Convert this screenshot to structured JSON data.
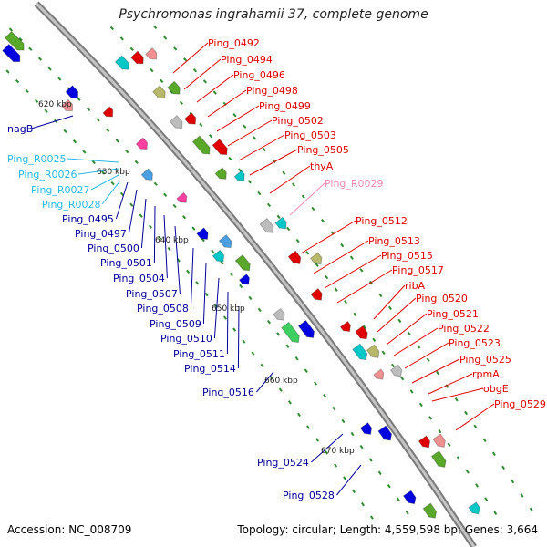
{
  "title": "Psychromonas ingrahamii 37, complete genome",
  "footer": {
    "accession": "Accession: NC_008709",
    "summary": "Topology: circular; Length: 4,559,598 bp; Genes: 3,664"
  },
  "colors": {
    "backbone": "#9a9a9a",
    "rna_label": "#29b8e6",
    "minus_label": "#000099",
    "plus_label": "#e00000",
    "pink_label": "#f28db0",
    "tick": "#2e8b2e"
  },
  "scale_labels": [
    "620 kbp",
    "630 kbp",
    "640 kbp",
    "650 kbp",
    "660 kbp",
    "670 kbp"
  ],
  "labels_left": [
    {
      "text": "nagB",
      "kind": "minus"
    },
    {
      "text": "Ping_R0025",
      "kind": "rna"
    },
    {
      "text": "Ping_R0026",
      "kind": "rna"
    },
    {
      "text": "Ping_R0027",
      "kind": "rna"
    },
    {
      "text": "Ping_R0028",
      "kind": "rna"
    },
    {
      "text": "Ping_0495",
      "kind": "minus"
    },
    {
      "text": "Ping_0497",
      "kind": "minus"
    },
    {
      "text": "Ping_0500",
      "kind": "minus"
    },
    {
      "text": "Ping_0501",
      "kind": "minus"
    },
    {
      "text": "Ping_0504",
      "kind": "minus"
    },
    {
      "text": "Ping_0507",
      "kind": "minus"
    },
    {
      "text": "Ping_0508",
      "kind": "minus"
    },
    {
      "text": "Ping_0509",
      "kind": "minus"
    },
    {
      "text": "Ping_0510",
      "kind": "minus"
    },
    {
      "text": "Ping_0511",
      "kind": "minus"
    },
    {
      "text": "Ping_0514",
      "kind": "minus"
    },
    {
      "text": "Ping_0516",
      "kind": "minus"
    },
    {
      "text": "Ping_0524",
      "kind": "minus"
    },
    {
      "text": "Ping_0528",
      "kind": "minus"
    }
  ],
  "labels_right": [
    {
      "text": "Ping_0492",
      "kind": "plus"
    },
    {
      "text": "Ping_0494",
      "kind": "plus"
    },
    {
      "text": "Ping_0496",
      "kind": "plus"
    },
    {
      "text": "Ping_0498",
      "kind": "plus"
    },
    {
      "text": "Ping_0499",
      "kind": "plus"
    },
    {
      "text": "Ping_0502",
      "kind": "plus"
    },
    {
      "text": "Ping_0503",
      "kind": "plus"
    },
    {
      "text": "Ping_0505",
      "kind": "plus"
    },
    {
      "text": "thyA",
      "kind": "plus"
    },
    {
      "text": "Ping_R0029",
      "kind": "pink"
    },
    {
      "text": "Ping_0512",
      "kind": "plus"
    },
    {
      "text": "Ping_0513",
      "kind": "plus"
    },
    {
      "text": "Ping_0515",
      "kind": "plus"
    },
    {
      "text": "Ping_0517",
      "kind": "plus"
    },
    {
      "text": "ribA",
      "kind": "plus"
    },
    {
      "text": "Ping_0520",
      "kind": "plus"
    },
    {
      "text": "Ping_0521",
      "kind": "plus"
    },
    {
      "text": "Ping_0522",
      "kind": "plus"
    },
    {
      "text": "Ping_0523",
      "kind": "plus"
    },
    {
      "text": "Ping_0525",
      "kind": "plus"
    },
    {
      "text": "rpmA",
      "kind": "plus"
    },
    {
      "text": "obgE",
      "kind": "plus"
    },
    {
      "text": "Ping_0529",
      "kind": "plus"
    }
  ]
}
